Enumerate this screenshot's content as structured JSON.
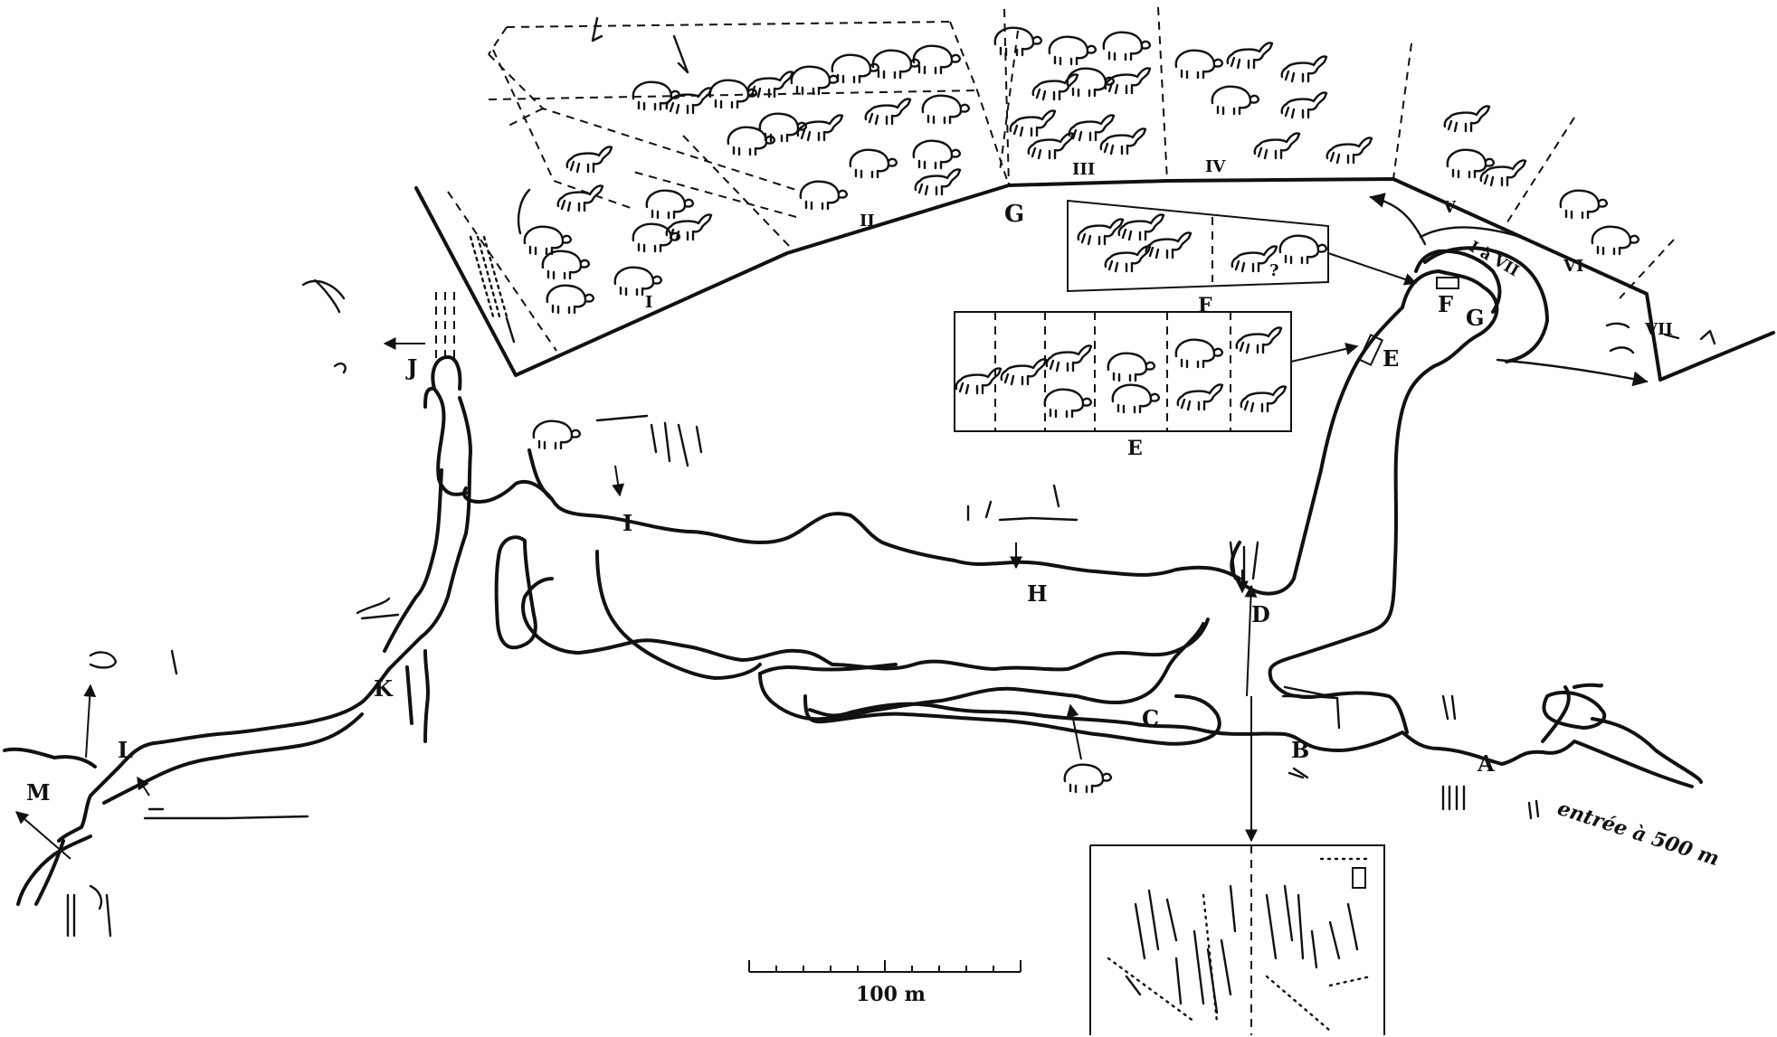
{
  "map": {
    "type": "cave-plan",
    "point_labels": [
      "A",
      "B",
      "C",
      "D",
      "E",
      "F",
      "G",
      "H",
      "I",
      "J",
      "K",
      "L",
      "M"
    ],
    "sector_labels": [
      "I",
      "II",
      "III",
      "IV",
      "V",
      "VI",
      "VII"
    ],
    "panel_labels": {
      "f": "F",
      "e": "E"
    },
    "g_wall_label": "G",
    "range_label": "I à VII",
    "entrance_label": "entrée à 500 m",
    "scale_label": "100 m",
    "colors": {
      "ink": "#111111",
      "background": "#ffffff"
    }
  }
}
